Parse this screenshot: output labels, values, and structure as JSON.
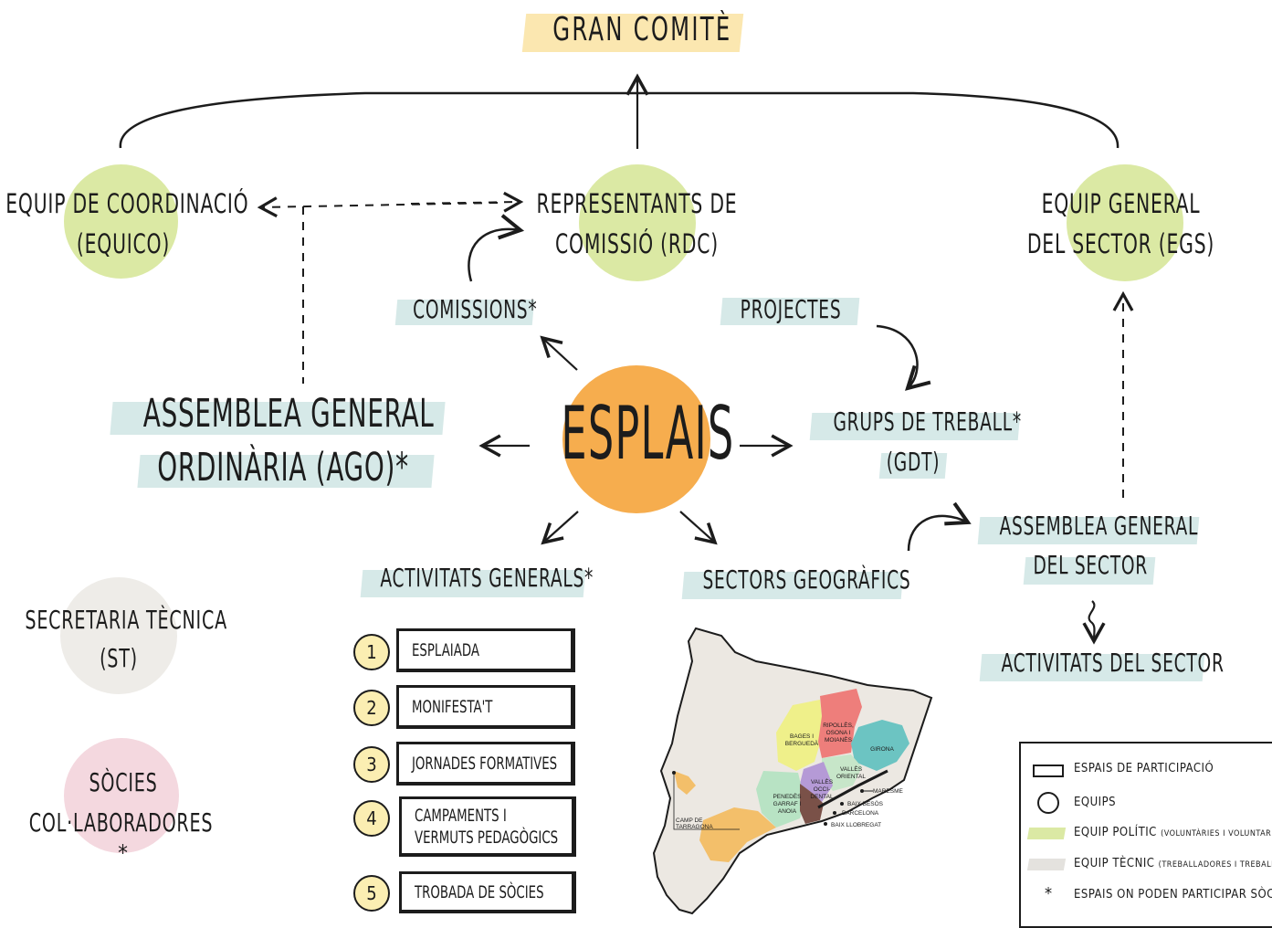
{
  "top": {
    "title": "GRAN COMITÈ"
  },
  "teams": {
    "equico": {
      "line1": "EQUIP DE COORDINACIÓ",
      "line2": "(EQUICO)"
    },
    "rdc": {
      "line1": "REPRESENTANTS DE",
      "line2": "COMISSIÓ (RDC)"
    },
    "egs": {
      "line1": "EQUIP GENERAL",
      "line2": "DEL SECTOR (EGS)"
    }
  },
  "center": {
    "label": "ESPLAIS"
  },
  "spaces": {
    "comissions": "COMISSIONS*",
    "projectes": "PROJECTES",
    "ago_line1": "ASSEMBLEA GENERAL",
    "ago_line2": "ORDINÀRIA (AGO)*",
    "gdt_line1": "GRUPS DE TREBALL*",
    "gdt_line2": "(GDT)",
    "activitats_generals": "ACTIVITATS GENERALS*",
    "sectors": "SECTORS GEOGRÀFICS",
    "ags_line1": "ASSEMBLEA GENERAL",
    "ags_line2": "DEL SECTOR",
    "activitats_sector": "ACTIVITATS DEL SECTOR"
  },
  "side": {
    "st_line1": "SECRETARIA TÈCNICA",
    "st_line2": "(ST)",
    "socies_line1": "SÒCIES",
    "socies_line2": "COL·LABORADORES",
    "socies_star": "*"
  },
  "activities": [
    {
      "num": "1",
      "label": "ESPLAIADA"
    },
    {
      "num": "2",
      "label": "MONIFESTA'T"
    },
    {
      "num": "3",
      "label": "JORNADES FORMATIVES"
    },
    {
      "num": "4",
      "label": "CAMPAMENTS I",
      "label2": "VERMUTS PEDAGÒGICS"
    },
    {
      "num": "5",
      "label": "TROBADA DE SÒCIES"
    }
  ],
  "map": {
    "regions": {
      "bages": [
        "BAGES I",
        "BERGUEDÀ"
      ],
      "ripolles": [
        "RIPOLLÈS,",
        "OSONA I",
        "MOIANÈS"
      ],
      "girona": "GIRONA",
      "valles_oriental": [
        "VALLÈS",
        "ORIENTAL"
      ],
      "valles_occidental": [
        "VALLÈS",
        "OCCI-",
        "DENTAL"
      ],
      "penedes": [
        "PENEDÈS",
        "GARRAF I",
        "ANOIA"
      ],
      "maresme": "MARESME",
      "baix_besos": "BAIX BESÒS",
      "barcelona": "BARCELONA",
      "baix_llobregat": "BAIX LLOBREGAT",
      "camp_tarragona": [
        "CAMP DE",
        "TARRAGONA"
      ]
    },
    "colors": {
      "land": "#ece8e2",
      "bages": "#eff08a",
      "ripolles": "#ee7e7b",
      "girona": "#6cc4c2",
      "valles_oriental": "#c7e6c9",
      "valles_occidental": "#b59ad6",
      "penedes": "#b8e3c4",
      "barcelona": "#7a5148",
      "camp": "#f3bf6a"
    }
  },
  "legend": {
    "items": [
      "ESPAIS DE PARTICIPACIÓ",
      "EQUIPS",
      "EQUIP POLÍTIC",
      "(VOLUNTÀRIES I VOLUNTARIS)",
      "EQUIP TÈCNIC",
      "(TREBALLADORES I TREBALLADORS)",
      "ESPAIS ON PODEN PARTICIPAR SÒCIES"
    ]
  },
  "colors": {
    "green_team": "#dbe9a4",
    "orange": "#f6ad4e",
    "highlight_blue": "#d6e9e8",
    "highlight_yellow": "#fbe7b0",
    "grey_team": "#eeece8",
    "pink": "#f4d8df"
  }
}
